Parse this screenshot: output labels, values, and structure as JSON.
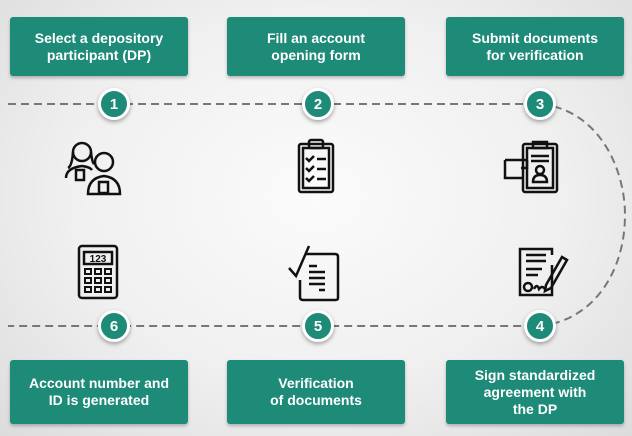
{
  "steps": [
    {
      "number": "1",
      "label": "Select a depository\nparticipant (DP)",
      "icon": "people-id-icon"
    },
    {
      "number": "2",
      "label": "Fill an account\nopening form",
      "icon": "clipboard-checklist-icon"
    },
    {
      "number": "3",
      "label": "Submit documents\nfor verification",
      "icon": "hand-id-document-icon"
    },
    {
      "number": "4",
      "label": "Sign standardized\nagreement with\nthe DP",
      "icon": "contract-pen-icon"
    },
    {
      "number": "5",
      "label": "Verification\nof documents",
      "icon": "document-check-icon"
    },
    {
      "number": "6",
      "label": "Account number and\nID is generated",
      "icon": "calculator-icon"
    }
  ],
  "calculator_display": "123",
  "colors": {
    "accent": "#1e8a78",
    "line": "#777777"
  }
}
